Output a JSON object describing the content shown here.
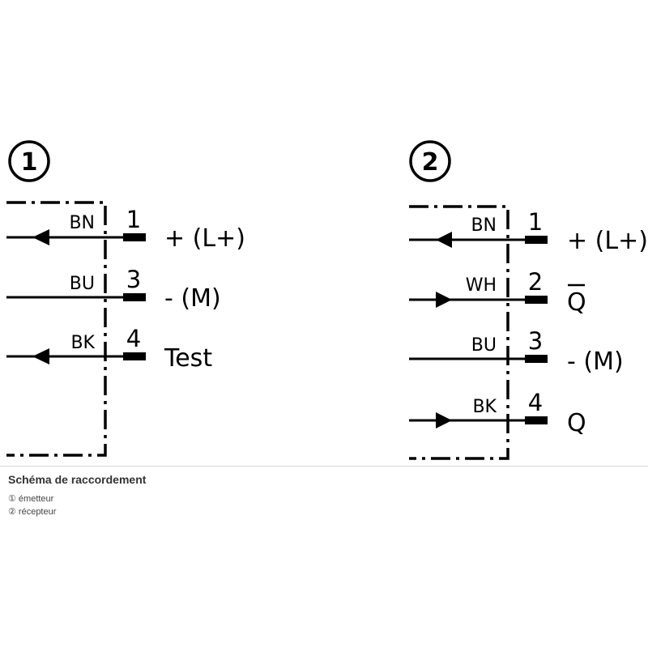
{
  "caption": {
    "title": "Schéma de raccordement",
    "items": [
      "① émetteur",
      "② récepteur"
    ]
  },
  "diagrams": [
    {
      "marker": "1",
      "connections": [
        {
          "wire": "BN",
          "pin": "1",
          "signal": "+ (L+)",
          "direction": "out"
        },
        {
          "wire": "BU",
          "pin": "3",
          "signal": "- (M)",
          "direction": "none"
        },
        {
          "wire": "BK",
          "pin": "4",
          "signal": "Test",
          "direction": "out"
        }
      ]
    },
    {
      "marker": "2",
      "connections": [
        {
          "wire": "BN",
          "pin": "1",
          "signal": "+ (L+)",
          "direction": "out"
        },
        {
          "wire": "WH",
          "pin": "2",
          "signal": "Q",
          "signal_overline": true,
          "direction": "in"
        },
        {
          "wire": "BU",
          "pin": "3",
          "signal": "- (M)",
          "direction": "none"
        },
        {
          "wire": "BK",
          "pin": "4",
          "signal": "Q",
          "direction": "in"
        }
      ]
    }
  ]
}
